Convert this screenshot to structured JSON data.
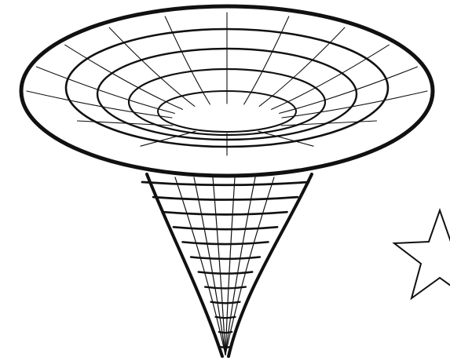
{
  "figure": {
    "subject": "funnel-grid-with-star",
    "colors": {
      "background": "#ffffff",
      "ink": "#111111"
    },
    "funnel": {
      "outer_rim": "bold-ellipse",
      "inner_rings_on_rim": 4,
      "radial_grid_lines": 11,
      "throat_rings": 12
    },
    "star": {
      "points": 5,
      "style": "outline",
      "clipped_at_right_edge": true
    }
  }
}
